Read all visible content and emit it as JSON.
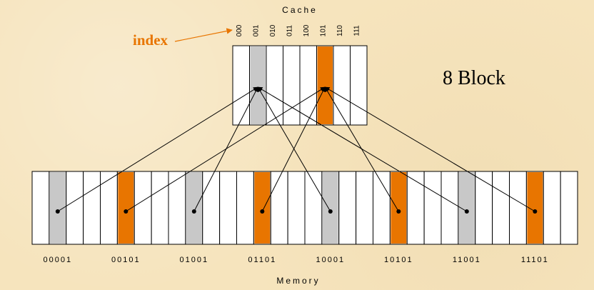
{
  "cache": {
    "title": "Cache",
    "index_label": "index",
    "blocks_label": "8 Block",
    "indices": [
      "000",
      "001",
      "010",
      "011",
      "100",
      "101",
      "110",
      "111"
    ]
  },
  "memory": {
    "title": "Memory",
    "addresses": [
      "00001",
      "00101",
      "01001",
      "01101",
      "10001",
      "10101",
      "11001",
      "11101"
    ]
  },
  "colors": {
    "gray_block": "#c8c8c8",
    "orange_block": "#e87500",
    "index_label": "#e87500",
    "outline": "#000000",
    "cell_fill": "#ffffff"
  }
}
